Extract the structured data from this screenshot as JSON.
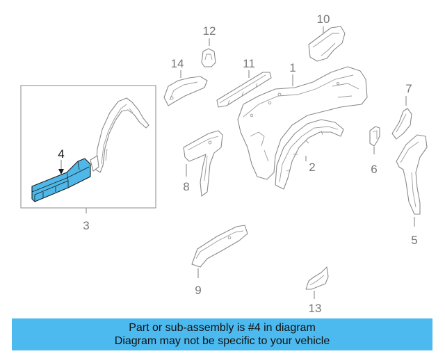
{
  "callouts": {
    "c1": "1",
    "c2": "2",
    "c3": "3",
    "c4": "4",
    "c5": "5",
    "c6": "6",
    "c7": "7",
    "c8": "8",
    "c9": "9",
    "c10": "10",
    "c11": "11",
    "c12": "12",
    "c13": "13",
    "c14": "14"
  },
  "highlighted_part": "4",
  "colors": {
    "highlight": "#4fb8e8",
    "banner": "#4cb9ef"
  },
  "banner": {
    "line1": "Part or sub-assembly is #4 in diagram",
    "line2": "Diagram may not be specific to your vehicle"
  }
}
